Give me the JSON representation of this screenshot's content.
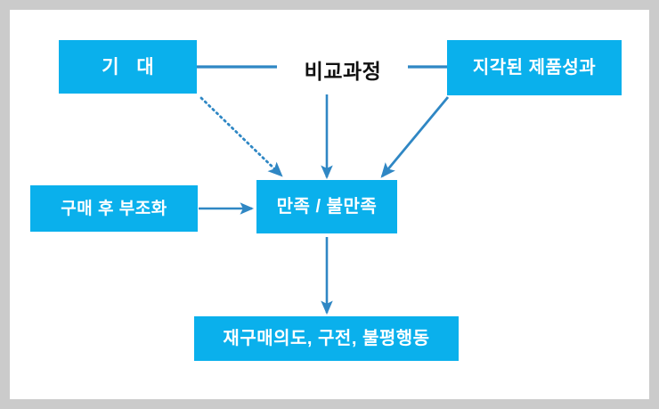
{
  "diagram": {
    "title_label": "비교과정",
    "canvas_background": "#ffffff",
    "frame_color": "#cbcbcb",
    "node_color": "#0ab0ec",
    "node_text_color": "#ffffff",
    "label_text_color": "#111111",
    "connector_color": "#2f87c4",
    "nodes": [
      {
        "id": "expectation",
        "label": "기  대"
      },
      {
        "id": "perceived",
        "label": "지각된 제품성과"
      },
      {
        "id": "dissonance",
        "label": "구매 후 부조화"
      },
      {
        "id": "satisfaction",
        "label": "만족 / 불만족"
      },
      {
        "id": "outcomes",
        "label": "재구매의도, 구전, 불평행동"
      }
    ],
    "connectors": [
      {
        "id": "expectation-to-comparison",
        "style": "solid-line",
        "arrow": false
      },
      {
        "id": "comparison-to-perceived",
        "style": "solid-line",
        "arrow": false
      },
      {
        "id": "comparison-to-satisfaction",
        "style": "solid-arrow",
        "arrow": true
      },
      {
        "id": "expectation-to-satisfaction",
        "style": "dotted-arrow",
        "arrow": true
      },
      {
        "id": "perceived-to-satisfaction",
        "style": "solid-arrow",
        "arrow": true
      },
      {
        "id": "dissonance-to-satisfaction",
        "style": "solid-arrow",
        "arrow": true
      },
      {
        "id": "satisfaction-to-outcomes",
        "style": "solid-arrow",
        "arrow": true
      }
    ]
  }
}
